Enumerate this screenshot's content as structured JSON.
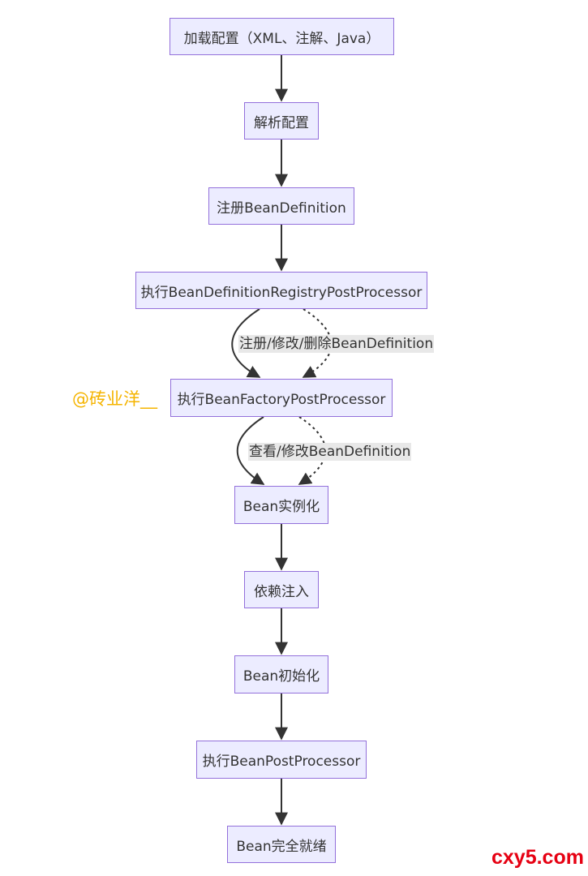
{
  "diagram": {
    "type": "flowchart",
    "direction": "top-down",
    "colors": {
      "node_fill": "#ececff",
      "node_border": "#9370db",
      "text": "#333333",
      "edge": "#333333",
      "edge_label_bg": "#e8e8e8"
    },
    "nodes": {
      "load_config": "加载配置（XML、注解、Java）",
      "parse_config": "解析配置",
      "register_bd": "注册BeanDefinition",
      "bdrpp": "执行BeanDefinitionRegistryPostProcessor",
      "bfpp": "执行BeanFactoryPostProcessor",
      "instantiate": "Bean实例化",
      "di": "依赖注入",
      "init": "Bean初始化",
      "bpp": "执行BeanPostProcessor",
      "ready": "Bean完全就绪"
    },
    "edge_labels": {
      "bdrpp_to_bfpp": "注册/修改/删除BeanDefinition",
      "bfpp_to_instantiate": "查看/修改BeanDefinition"
    }
  },
  "watermarks": {
    "author": "@砖业洋__",
    "site": "cxy5.com"
  }
}
